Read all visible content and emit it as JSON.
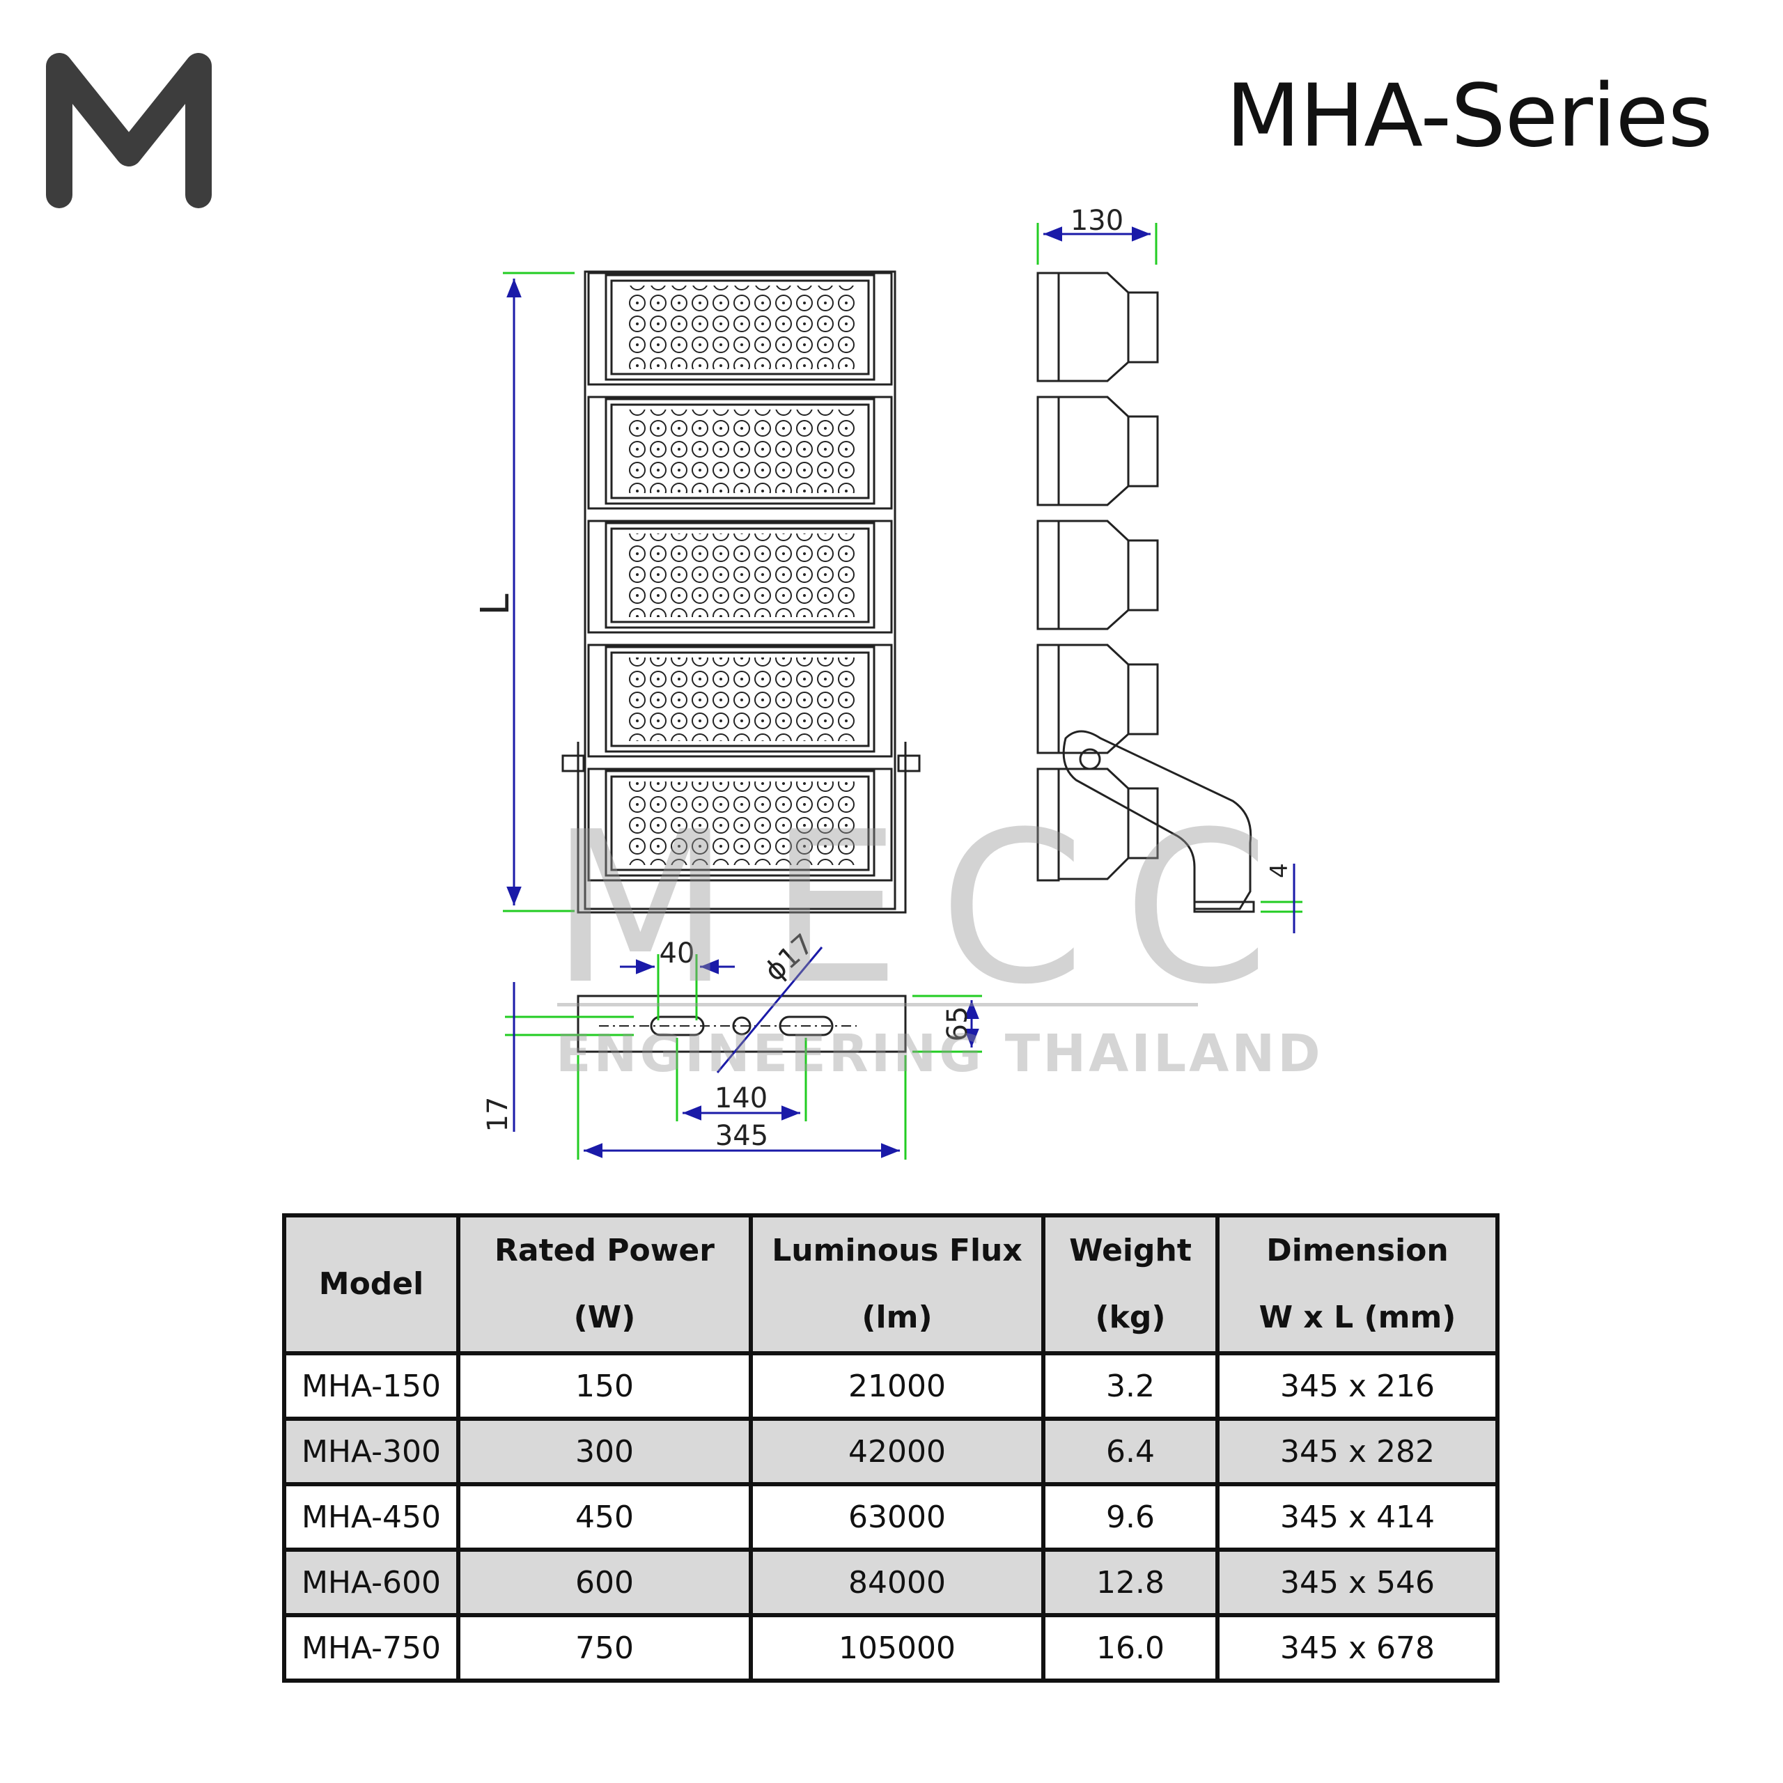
{
  "brand": {
    "logo_icon": "mecc-m-logo-icon",
    "logo_color": "#3d3d3d"
  },
  "header": {
    "title": "MHA-Series"
  },
  "drawing": {
    "dim_width_side": "130",
    "dim_length": "L",
    "dim_slot_width": "40",
    "dim_hole_dia": "ϕ17",
    "dim_bracket_height": "65",
    "dim_hole_spacing": "140",
    "dim_bracket_width": "345",
    "dim_edge_offset": "17",
    "dim_thickness": "4",
    "line_color": "#222222",
    "dim_color": "#1a1aa8",
    "extension_color": "#22cc22"
  },
  "watermark": {
    "main": "MECC",
    "sub": "ENGINEERING THAILAND"
  },
  "table": {
    "headers": [
      {
        "line1": "Model",
        "line2": ""
      },
      {
        "line1": "Rated  Power",
        "line2": "(W)"
      },
      {
        "line1": "Luminous Flux",
        "line2": "(lm)"
      },
      {
        "line1": "Weight",
        "line2": "(kg)"
      },
      {
        "line1": "Dimension",
        "line2": "W  x  L   (mm)"
      }
    ],
    "rows": [
      [
        "MHA-150",
        "150",
        "21000",
        "3.2",
        "345 x 216"
      ],
      [
        "MHA-300",
        "300",
        "42000",
        "6.4",
        "345 x 282"
      ],
      [
        "MHA-450",
        "450",
        "63000",
        "9.6",
        "345 x 414"
      ],
      [
        "MHA-600",
        "600",
        "84000",
        "12.8",
        "345 x 546"
      ],
      [
        "MHA-750",
        "750",
        "105000",
        "16.0",
        "345 x 678"
      ]
    ],
    "header_bg": "#d9d9d9",
    "shade_bg": "#d9d9d9"
  }
}
